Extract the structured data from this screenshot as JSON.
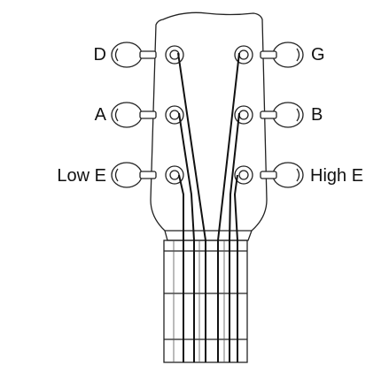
{
  "labels": {
    "d": "D",
    "a": "A",
    "low_e": "Low E",
    "g": "G",
    "b": "B",
    "high_e": "High E"
  }
}
